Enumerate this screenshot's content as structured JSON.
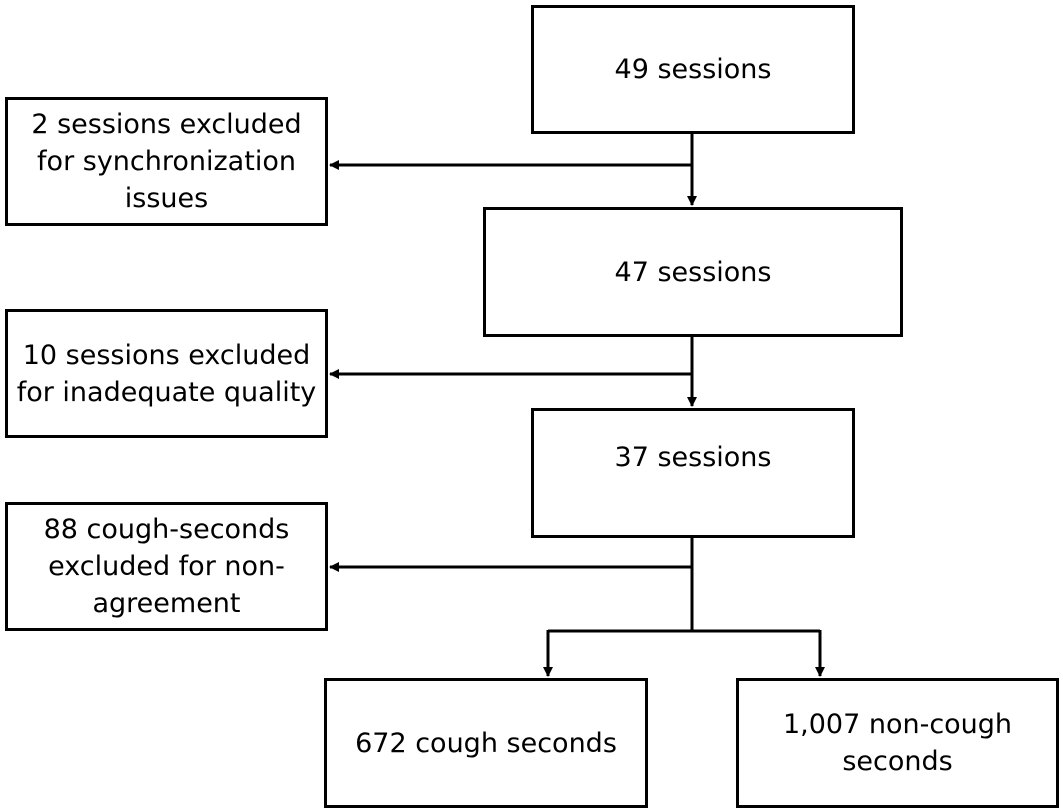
{
  "nodes": {
    "sessions_49": "49 sessions",
    "excluded_sync": "2 sessions excluded\nfor synchronization\nissues",
    "sessions_47": "47 sessions",
    "excluded_quality": "10 sessions excluded\nfor inadequate quality",
    "sessions_37": "37 sessions",
    "excluded_agreement": "88 cough-seconds\nexcluded for non-\nagreement",
    "cough_seconds": "672 cough seconds",
    "non_cough_seconds": "1,007 non-cough\nseconds"
  },
  "colors": {
    "stroke": "#000000",
    "background": "#ffffff"
  }
}
